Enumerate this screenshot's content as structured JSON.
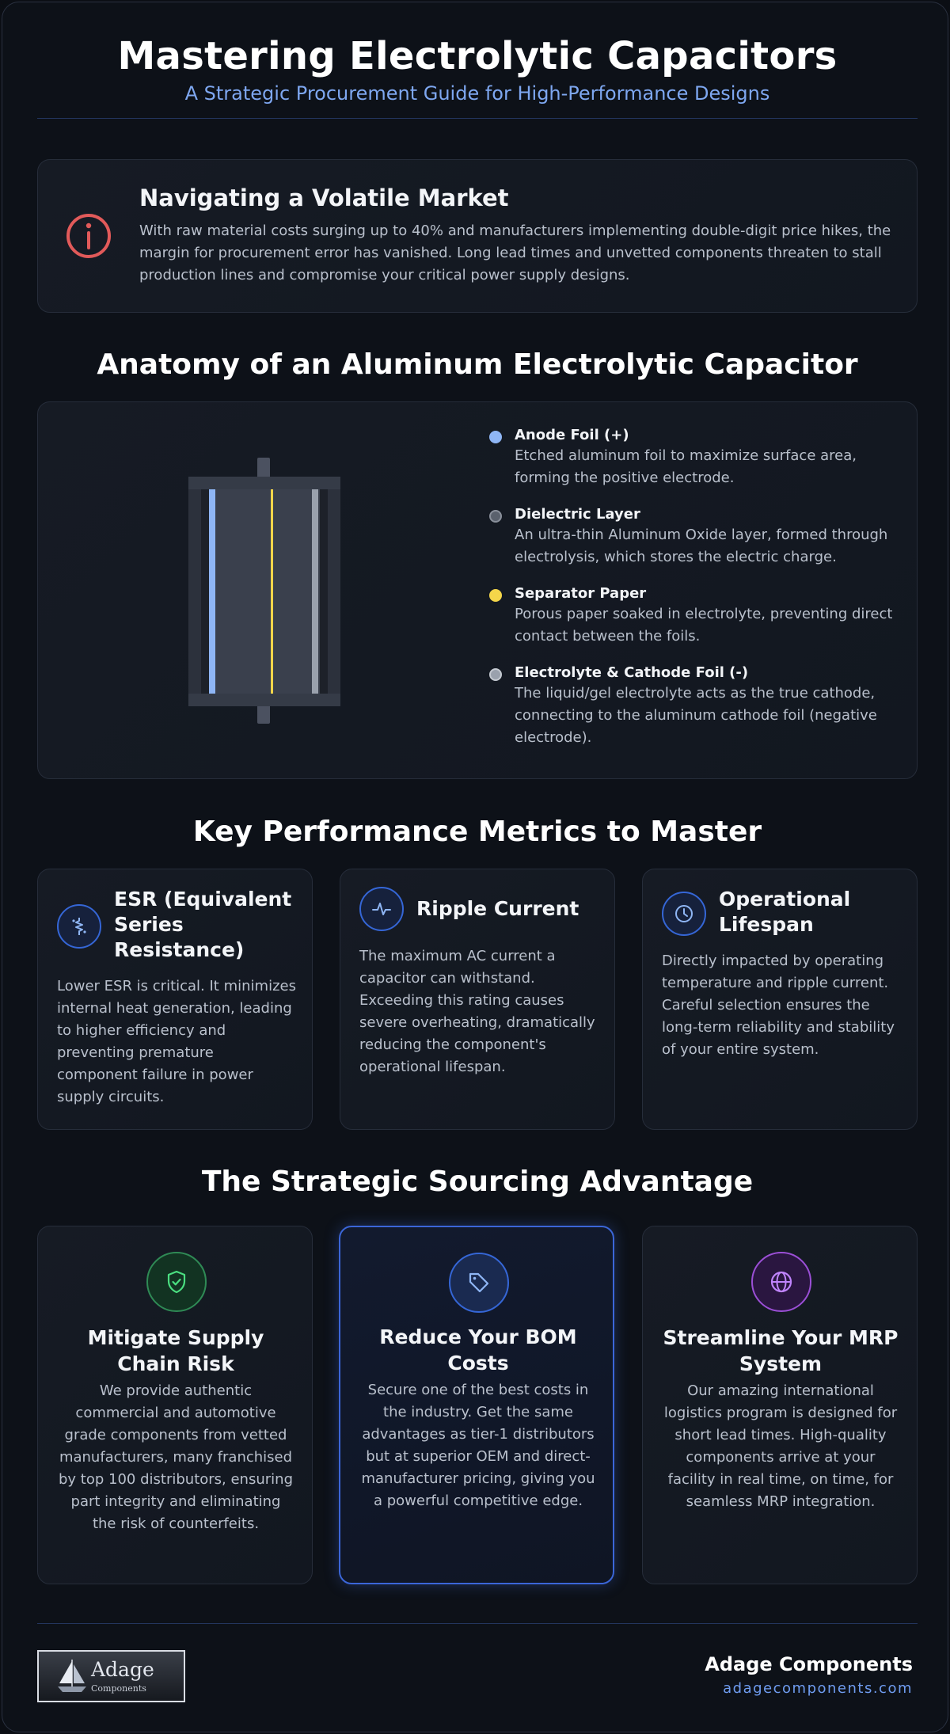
{
  "header": {
    "title": "Mastering Electrolytic Capacitors",
    "subtitle": "A Strategic Procurement Guide for High-Performance Designs"
  },
  "market": {
    "icon": "info-icon",
    "title": "Navigating a Volatile Market",
    "text": "With raw material costs surging up to 40% and manufacturers implementing double-digit price hikes, the margin for procurement error has vanished. Long lead times and unvetted components threaten to stall production lines and compromise your critical power supply designs."
  },
  "anatomy": {
    "title": "Anatomy of an Aluminum Electrolytic Capacitor",
    "layers": [
      {
        "name": "Anode Foil (+)",
        "desc": "Etched aluminum foil to maximize surface area, forming the positive electrode.",
        "color": "#8fb6f5"
      },
      {
        "name": "Dielectric Layer",
        "desc": "An ultra-thin Aluminum Oxide layer, formed through electrolysis, which stores the electric charge.",
        "color": "#5a616d"
      },
      {
        "name": "Separator Paper",
        "desc": "Porous paper soaked in electrolyte, preventing direct contact between the foils.",
        "color": "#f5d64a"
      },
      {
        "name": "Electrolyte & Cathode Foil (-)",
        "desc": "The liquid/gel electrolyte acts as the true cathode, connecting to the aluminum cathode foil (negative electrode).",
        "color": "#9aa1ad"
      }
    ]
  },
  "metrics": {
    "title": "Key Performance Metrics to Master",
    "items": [
      {
        "icon": "resistor-icon",
        "title": "ESR (Equivalent Series Resistance)",
        "text": "Lower ESR is critical. It minimizes internal heat generation, leading to higher efficiency and preventing premature component failure in power supply circuits."
      },
      {
        "icon": "pulse-icon",
        "title": "Ripple Current",
        "text": "The maximum AC current a capacitor can withstand. Exceeding this rating causes severe overheating, dramatically reducing the component's operational lifespan."
      },
      {
        "icon": "clock-icon",
        "title": "Operational Lifespan",
        "text": "Directly impacted by operating temperature and ripple current. Careful selection ensures the long-term reliability and stability of your entire system."
      }
    ]
  },
  "sourcing": {
    "title": "The Strategic Sourcing Advantage",
    "items": [
      {
        "icon": "shield-check-icon",
        "title": "Mitigate Supply Chain Risk",
        "text": "We provide authentic commercial and automotive grade components from vetted manufacturers, many franchised by top 100 distributors, ensuring part integrity and eliminating the risk of counterfeits.",
        "accent": "#4ade80"
      },
      {
        "icon": "price-tag-icon",
        "title": "Reduce Your BOM Costs",
        "text": "Secure one of the best costs in the industry. Get the same advantages as tier-1 distributors but at superior OEM and direct-manufacturer pricing, giving you a powerful competitive edge.",
        "accent": "#8fb6f5"
      },
      {
        "icon": "globe-icon",
        "title": "Streamline Your MRP System",
        "text": "Our amazing international logistics program is designed for short lead times. High-quality components arrive at your facility in real time, on time, for seamless MRP integration.",
        "accent": "#c084fc"
      }
    ]
  },
  "footer": {
    "logo_text": "Adage",
    "logo_sub": "Components",
    "company": "Adage Components",
    "website": "adagecomponents.com"
  }
}
